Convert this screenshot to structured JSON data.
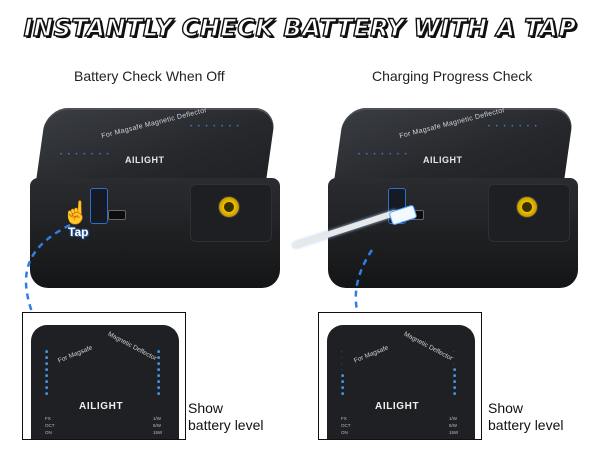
{
  "headline": "INSTANTLY CHECK BATTERY WITH A TAP",
  "left": {
    "label": "Battery Check When Off",
    "tap_label": "Tap",
    "show_line1": "Show",
    "show_line2": "battery level"
  },
  "right": {
    "label": "Charging Progress Check",
    "show_line1": "Show",
    "show_line2": "battery level"
  },
  "device": {
    "brand": "AILIGHT",
    "arc_text_1": "For Magsafe",
    "arc_text_2": "Magnetic Deflector"
  },
  "panel": {
    "brand": "AILIGHT",
    "arc_text_1": "For Magsafe",
    "arc_text_2": "Magnetic Deflector",
    "mode_labels_left": [
      "FX",
      "OCT",
      "ON"
    ],
    "mode_labels_right": [
      "1/W",
      "5/W",
      "15W"
    ]
  },
  "colors": {
    "accent": "#2f7ee0",
    "device_body": "#1f2023",
    "tripod_mount": "#f0c000"
  },
  "icons": {
    "tap": "hand-pointer-icon",
    "arrow": "dashed-arrow-icon"
  }
}
